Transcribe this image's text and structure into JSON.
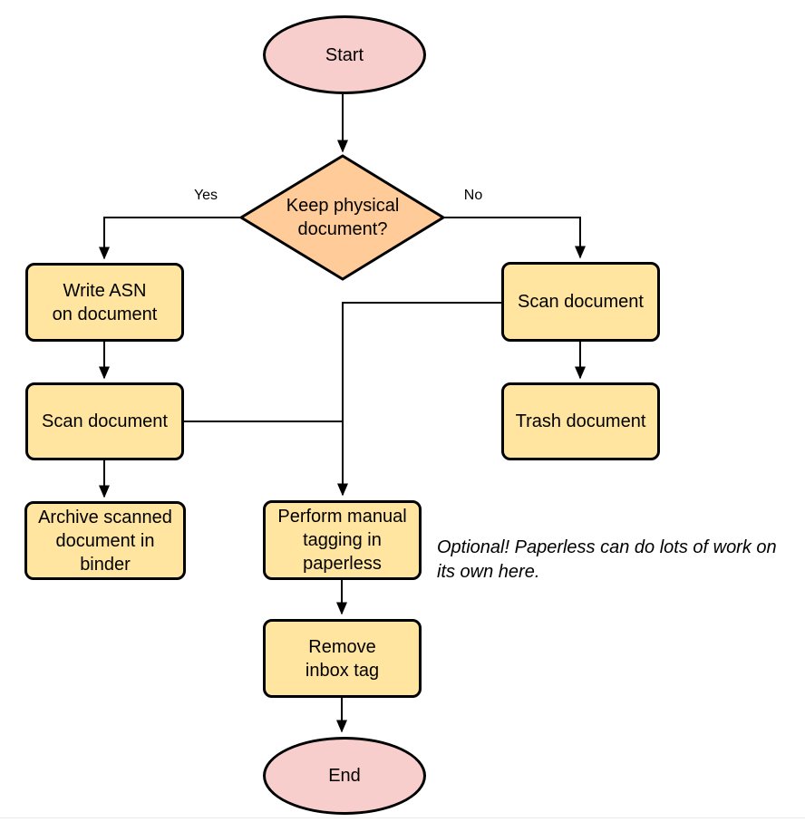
{
  "colors": {
    "background": "#ffffff",
    "stroke": "#000000",
    "text": "#000000",
    "terminator_fill": "#f8cecc",
    "decision_fill": "#ffcc99",
    "process_fill": "#ffe5a0",
    "hairline": "#f2eaea"
  },
  "nodes": {
    "start": {
      "label": "Start",
      "shape": "ellipse"
    },
    "decision": {
      "label": [
        "Keep physical",
        "document?"
      ],
      "shape": "diamond"
    },
    "write_asn": {
      "label": [
        "Write ASN",
        "on document"
      ],
      "shape": "process"
    },
    "scan_left": {
      "label": "Scan document",
      "shape": "process"
    },
    "archive": {
      "label": [
        "Archive scanned",
        "document in",
        "binder"
      ],
      "shape": "process"
    },
    "scan_right": {
      "label": "Scan document",
      "shape": "process"
    },
    "trash": {
      "label": "Trash document",
      "shape": "process"
    },
    "tagging": {
      "label": [
        "Perform manual",
        "tagging in",
        "paperless"
      ],
      "shape": "process"
    },
    "remove_inbox": {
      "label": [
        "Remove",
        "inbox tag"
      ],
      "shape": "process"
    },
    "end": {
      "label": "End",
      "shape": "ellipse"
    }
  },
  "edge_labels": {
    "yes": "Yes",
    "no": "No"
  },
  "annotation": [
    "Optional! Paperless can do lots of work on",
    "its own here."
  ]
}
